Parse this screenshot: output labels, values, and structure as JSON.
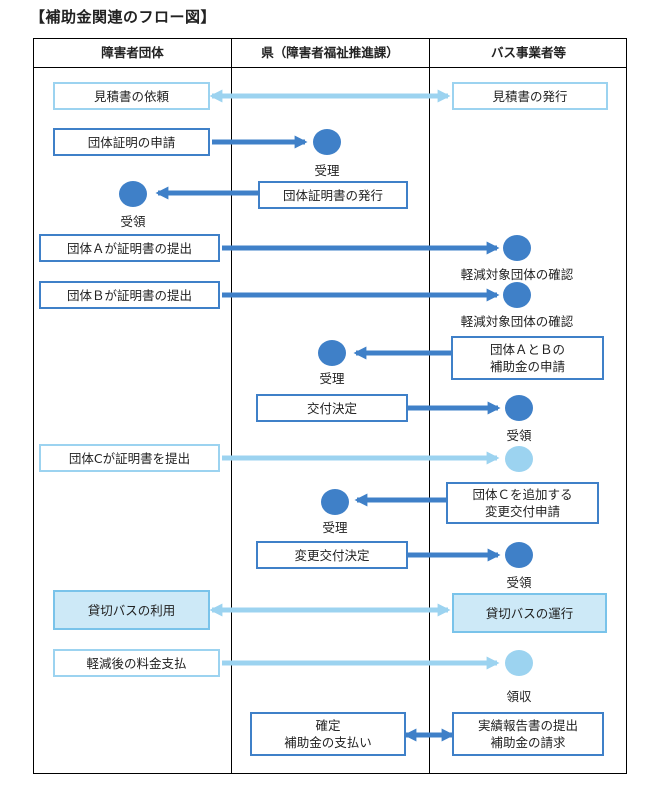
{
  "title": "【補助金関連のフロー図】",
  "headers": {
    "col1": "障害者団体",
    "col2": "県（障害者福祉推進課）",
    "col3": "バス事業者等"
  },
  "steps": {
    "estimate_request": "見積書の依頼",
    "estimate_issue": "見積書の発行",
    "cert_apply": "団体証明の申請",
    "received_1": "受理",
    "cert_issue": "団体証明書の発行",
    "receipt_1": "受領",
    "group_a_submit": "団体Ａが証明書の提出",
    "confirm_1": "軽減対象団体の確認",
    "group_b_submit": "団体Ｂが証明書の提出",
    "confirm_2": "軽減対象団体の確認",
    "ab_apply": "団体ＡとＢの\n補助金の申請",
    "received_2": "受理",
    "grant_decision": "交付決定",
    "receipt_2": "受領",
    "group_c_submit": "団体Cが証明書を提出",
    "c_change_apply": "団体Ｃを追加する\n変更交付申請",
    "received_3": "受理",
    "change_decision": "変更交付決定",
    "receipt_3": "受領",
    "bus_use": "貸切バスの利用",
    "bus_operation": "貸切バスの運行",
    "fare_payment": "軽減後の料金支払",
    "receipt_4": "領収",
    "payment": "確定\n補助金の支払い",
    "report": "実績報告書の提出\n補助金の請求"
  },
  "colors": {
    "dark_blue": "#3f80c8",
    "light_blue": "#9cd3f0",
    "fill_blue": "#cde9f7"
  }
}
